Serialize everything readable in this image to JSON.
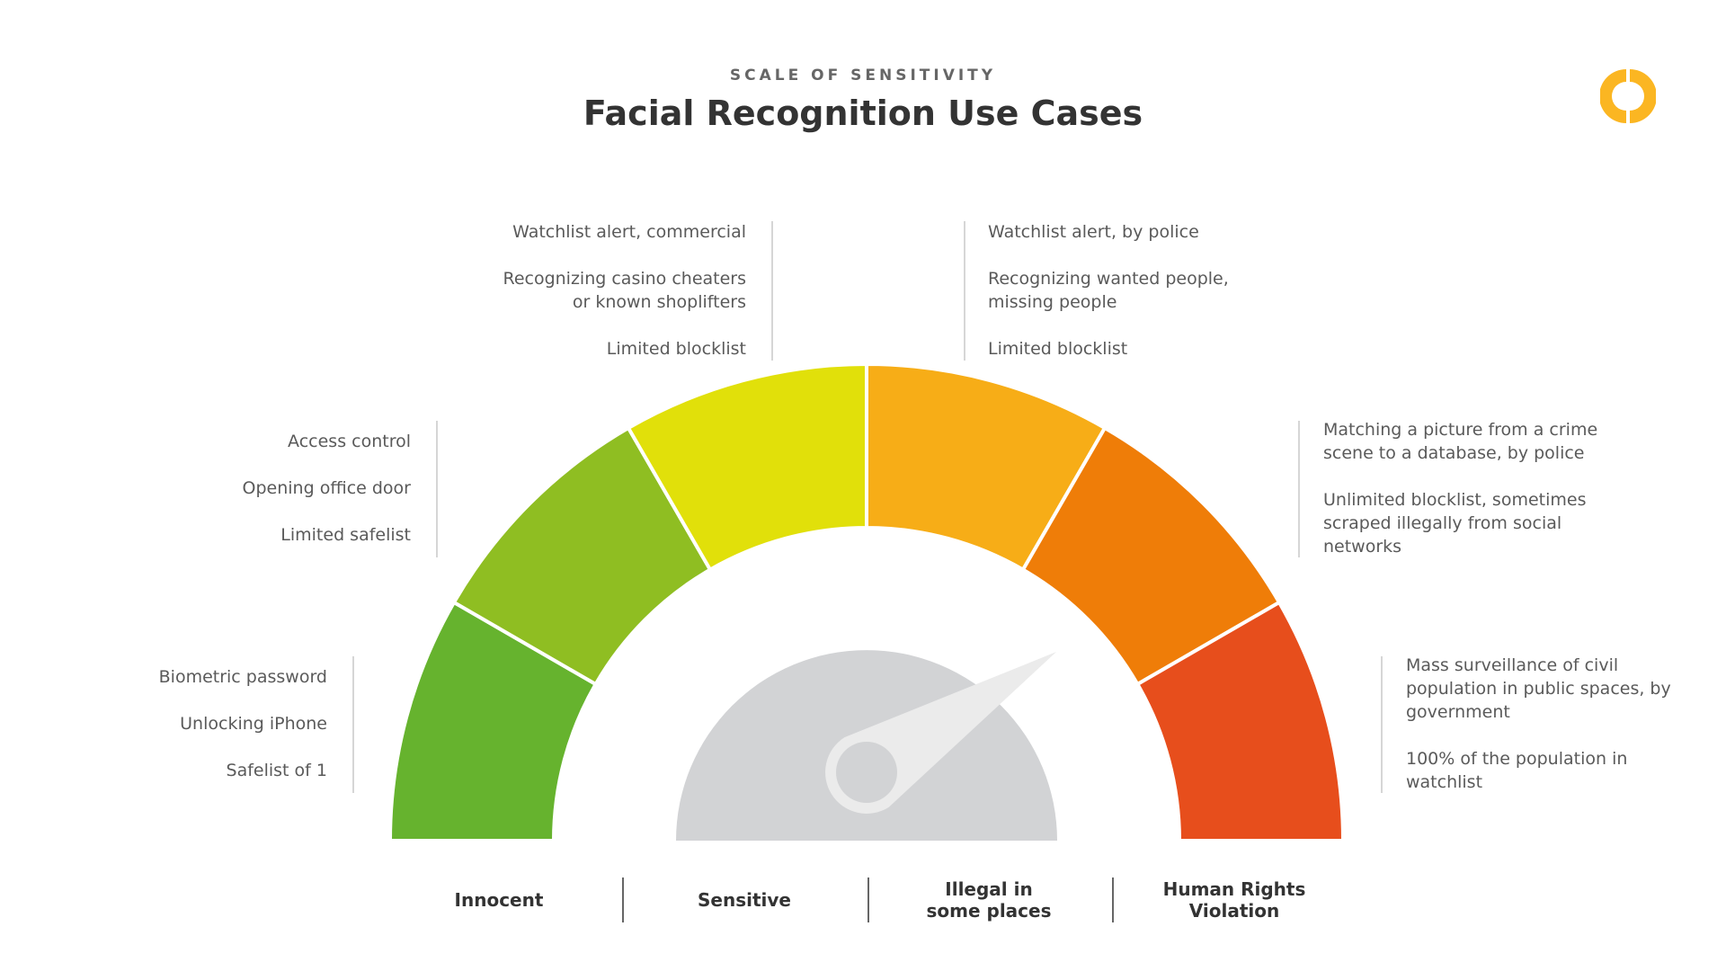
{
  "header": {
    "kicker": "SCALE OF SENSITIVITY",
    "title": "Facial Recognition Use Cases"
  },
  "logo": {
    "color": "#FBB622"
  },
  "segments": [
    {
      "color": "#66B32E"
    },
    {
      "color": "#8FBE22"
    },
    {
      "color": "#E1E00A"
    },
    {
      "color": "#F7AD17"
    },
    {
      "color": "#EF7D08"
    },
    {
      "color": "#E74E1C"
    }
  ],
  "dial": {
    "color": "#D2D3D5",
    "needle_color": "#EBEBEB",
    "needle_value_fraction": 0.82
  },
  "blocks": {
    "bottom_left": [
      "Biometric password",
      "Unlocking iPhone",
      "Safelist of 1"
    ],
    "middle_left": [
      "Access control",
      "Opening office door",
      "Limited safelist"
    ],
    "top_left": [
      "Watchlist alert, commercial",
      "Recognizing casino cheaters or known shoplifters",
      "Limited blocklist"
    ],
    "top_right": [
      "Watchlist alert, by police",
      "Recognizing wanted people, missing people",
      "Limited blocklist"
    ],
    "middle_right": [
      "Matching a picture from a crime scene to a database, by police",
      "Unlimited blocklist, sometimes scraped illegally from social networks"
    ],
    "bottom_right": [
      "Mass surveillance of civil population in public spaces, by government",
      "100% of the population in watchlist"
    ]
  },
  "categories": [
    "Innocent",
    "Sensitive",
    "Illegal in some places",
    "Human Rights Violation"
  ]
}
